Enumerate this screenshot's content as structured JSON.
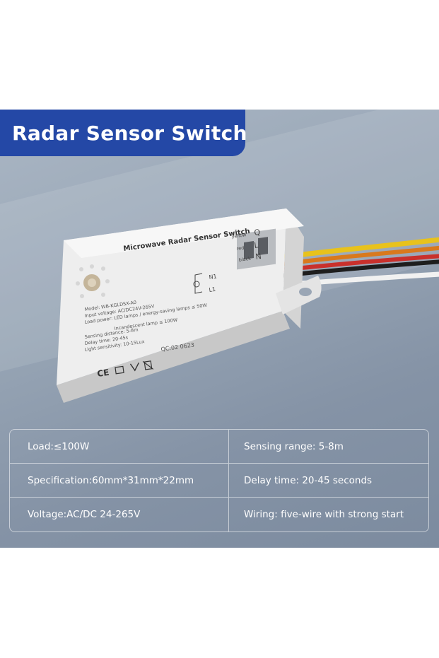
{
  "banner": {
    "title": "Radar Sensor Switch"
  },
  "product": {
    "label_title": "Microwave Radar Sensor Switch",
    "label_lines": [
      "Model: WB-KGLDSX-A0",
      "Input voltage: AC/DC24V-265V",
      "Load power: LED lamps / energy-saving lamps ≤ 50W",
      "Incandescent lamp ≤ 100W",
      "Sensing distance: 5-8m",
      "Delay time: 20-45s",
      "Light sensitivity: 10-15Lux"
    ],
    "qc_code": "QC:02  0623",
    "cert_marks": "CE",
    "wire_labels": [
      {
        "color": "yellow",
        "terminal": "Q"
      },
      {
        "color": "red",
        "terminal": "L"
      },
      {
        "color": "black",
        "terminal": "N"
      }
    ],
    "terminal_labels": [
      "N1",
      "L1"
    ],
    "wire_colors": {
      "yellow": "#e8c21c",
      "red": "#c9302c",
      "black": "#1e1e1e",
      "white": "#f1f1f1"
    }
  },
  "specs": {
    "rows": [
      {
        "left": "Load:≤100W",
        "right": "Sensing range: 5-8m"
      },
      {
        "left": "Specification:60mm*31mm*22mm",
        "right": "Delay time: 20-45 seconds"
      },
      {
        "left": "Voltage:AC/DC 24-265V",
        "right": "Wiring: five-wire with strong start"
      }
    ]
  },
  "colors": {
    "banner_blue": "#2448a6",
    "panel_bg": "#8f9db0"
  }
}
